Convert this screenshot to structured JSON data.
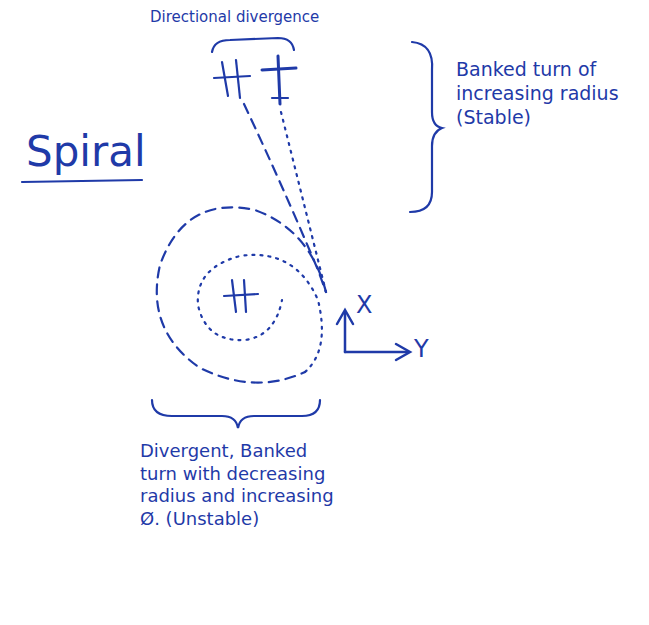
{
  "diagram": {
    "title": "Spiral",
    "labels": [
      "Directional divergence",
      "Banked turn of increasing radius (Stable)",
      "X",
      "Y",
      "Divergent, Banked turn with decreasing radius and increasing Ø. (Unstable)"
    ]
  }
}
